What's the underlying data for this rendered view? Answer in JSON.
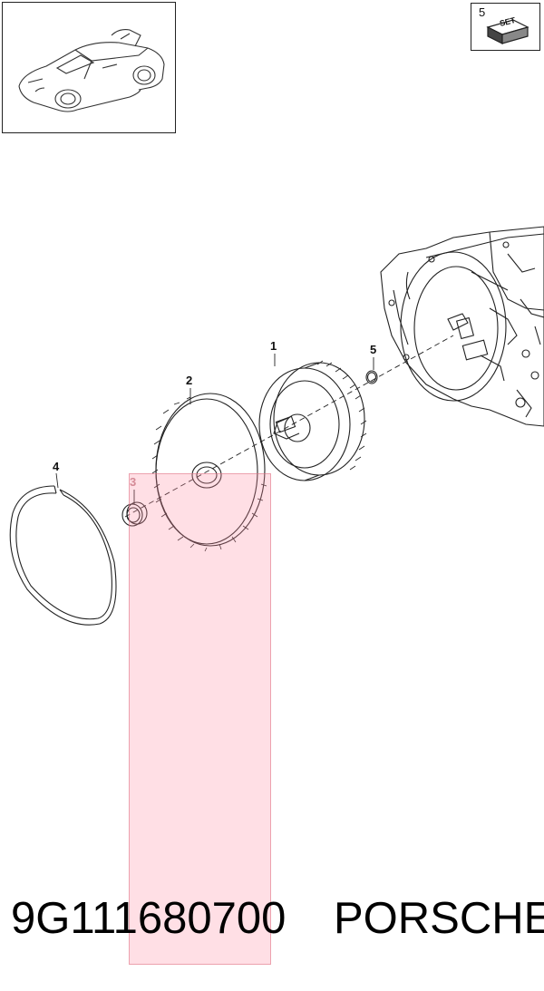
{
  "set_box": {
    "number": "5",
    "label": "SET"
  },
  "callouts": [
    {
      "id": "1",
      "label": "1"
    },
    {
      "id": "2",
      "label": "2"
    },
    {
      "id": "3",
      "label": "3"
    },
    {
      "id": "4",
      "label": "4"
    },
    {
      "id": "5",
      "label": "5"
    }
  ],
  "highlight_callout": "3",
  "footer": {
    "part_number": "9G111680700",
    "brand": "PORSCHE"
  },
  "colors": {
    "highlight_fill": "#ffd6de",
    "line": "#222222"
  }
}
